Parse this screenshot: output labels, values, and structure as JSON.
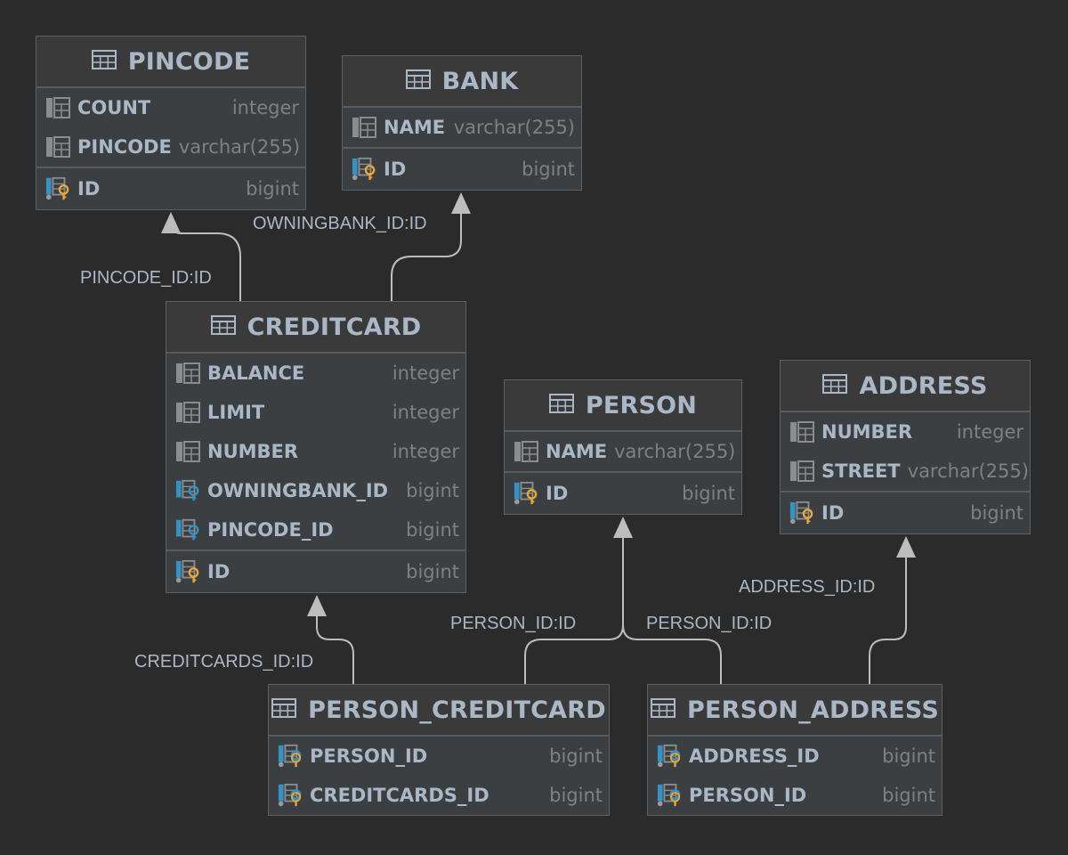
{
  "tables": {
    "pincode": {
      "name": "PINCODE",
      "columns": [
        {
          "name": "COUNT",
          "type": "integer"
        },
        {
          "name": "PINCODE",
          "type": "varchar(255)"
        }
      ],
      "pk": {
        "name": "ID",
        "type": "bigint"
      }
    },
    "bank": {
      "name": "BANK",
      "columns": [
        {
          "name": "NAME",
          "type": "varchar(255)"
        }
      ],
      "pk": {
        "name": "ID",
        "type": "bigint"
      }
    },
    "creditcard": {
      "name": "CREDITCARD",
      "columns": [
        {
          "name": "BALANCE",
          "type": "integer"
        },
        {
          "name": "LIMIT",
          "type": "integer"
        },
        {
          "name": "NUMBER",
          "type": "integer"
        }
      ],
      "fks": [
        {
          "name": "OWNINGBANK_ID",
          "type": "bigint"
        },
        {
          "name": "PINCODE_ID",
          "type": "bigint"
        }
      ],
      "pk": {
        "name": "ID",
        "type": "bigint"
      }
    },
    "person": {
      "name": "PERSON",
      "columns": [
        {
          "name": "NAME",
          "type": "varchar(255)"
        }
      ],
      "pk": {
        "name": "ID",
        "type": "bigint"
      }
    },
    "address": {
      "name": "ADDRESS",
      "columns": [
        {
          "name": "NUMBER",
          "type": "integer"
        },
        {
          "name": "STREET",
          "type": "varchar(255)"
        }
      ],
      "pk": {
        "name": "ID",
        "type": "bigint"
      }
    },
    "person_creditcard": {
      "name": "PERSON_CREDITCARD",
      "fks": [
        {
          "name": "PERSON_ID",
          "type": "bigint"
        },
        {
          "name": "CREDITCARDS_ID",
          "type": "bigint"
        }
      ]
    },
    "person_address": {
      "name": "PERSON_ADDRESS",
      "fks": [
        {
          "name": "ADDRESS_ID",
          "type": "bigint"
        },
        {
          "name": "PERSON_ID",
          "type": "bigint"
        }
      ]
    }
  },
  "relations": {
    "pincode_id": "PINCODE_ID:ID",
    "owningbank_id": "OWNINGBANK_ID:ID",
    "creditcards_id": "CREDITCARDS_ID:ID",
    "person_id_pc": "PERSON_ID:ID",
    "person_id_pa": "PERSON_ID:ID",
    "address_id": "ADDRESS_ID:ID"
  },
  "colors": {
    "background": "#2b2b2b",
    "table": "#3c3f41",
    "text": "#a9b7c6",
    "type": "#7e8184",
    "edge": "#bbbbbb",
    "key": "#e8a838",
    "fk_marker": "#3592c4"
  }
}
